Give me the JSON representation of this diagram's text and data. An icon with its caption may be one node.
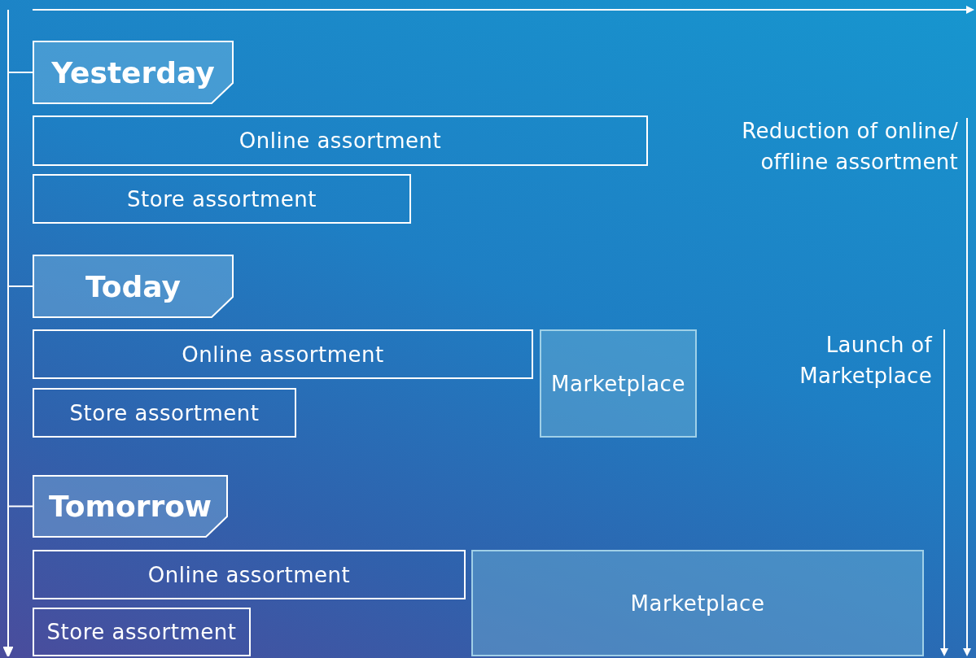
{
  "diagram": {
    "nodes": [
      {
        "text": [
          "Yesterday"
        ]
      },
      {
        "text": [
          "Online assortment"
        ]
      },
      {
        "text": [
          "Store assortment"
        ]
      },
      {
        "text": [
          "Today"
        ]
      },
      {
        "text": [
          "Online assortment"
        ]
      },
      {
        "text": [
          "Store assortment"
        ]
      },
      {
        "text": [
          "Marketplace"
        ]
      },
      {
        "text": [
          "Tomorrow"
        ]
      },
      {
        "text": [
          "Online assortment"
        ]
      },
      {
        "text": [
          "Store assortment"
        ]
      },
      {
        "text": [
          "Marketplace"
        ]
      },
      {
        "text": [],
        "shape": "bar"
      }
    ],
    "edges": [
      {
        "from": 11,
        "to": 0,
        "arrow": "none"
      },
      {
        "from": 11,
        "to": 3,
        "arrow": "none"
      },
      {
        "from": 11,
        "to": 7,
        "arrow": "none"
      }
    ],
    "labels": [
      "Reduction of online/ offline assortment",
      "Launch of Marketplace"
    ]
  }
}
